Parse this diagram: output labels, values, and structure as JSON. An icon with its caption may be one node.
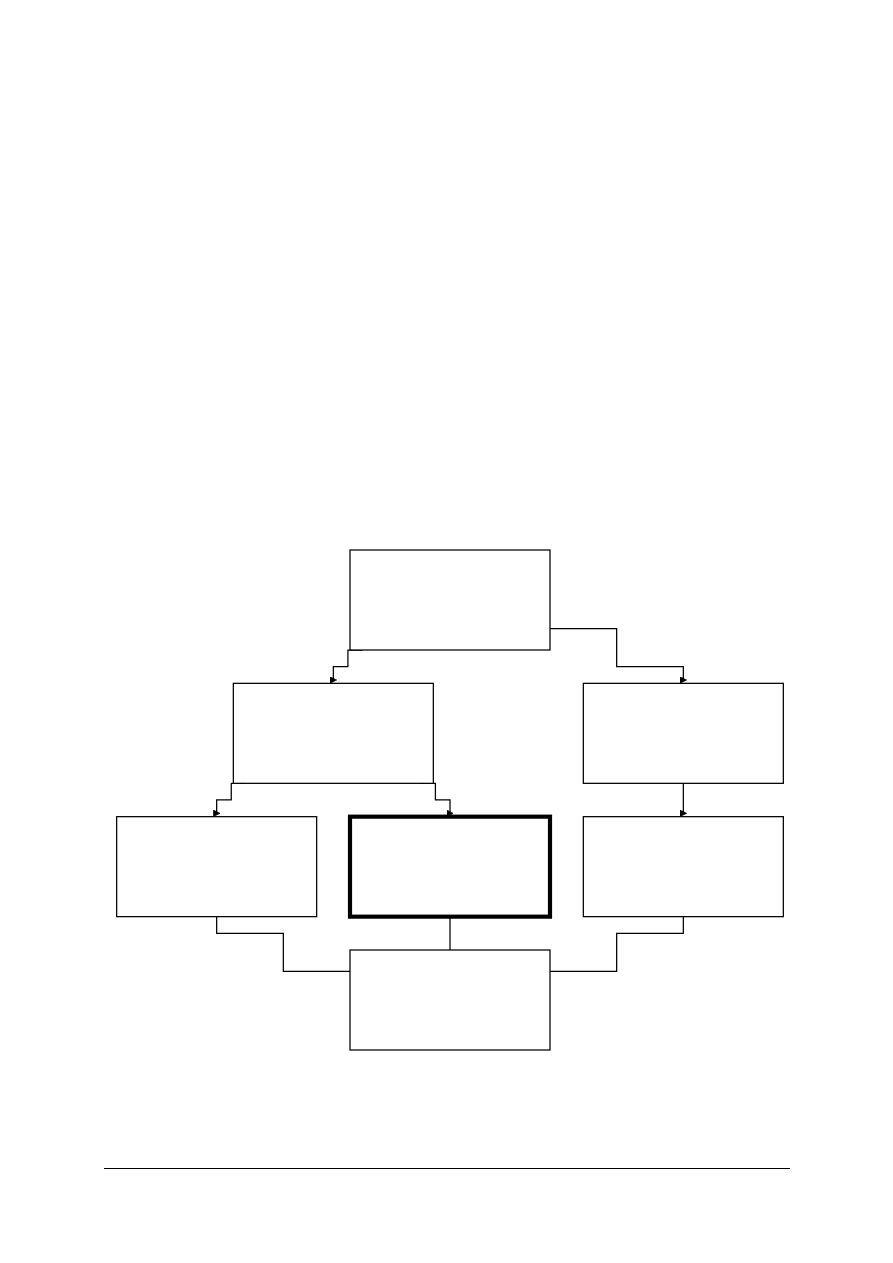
{
  "diagram": {
    "nodes": [
      {
        "text": [],
        "shape": "box"
      },
      {
        "text": [],
        "shape": "box"
      },
      {
        "text": [],
        "shape": "box"
      },
      {
        "text": [],
        "shape": "box"
      },
      {
        "text": [],
        "shape": "box"
      },
      {
        "text": [],
        "shape": "box"
      },
      {
        "text": [],
        "shape": "box"
      }
    ],
    "edges": [
      {
        "from": 0,
        "to": 1,
        "arrow": "to"
      },
      {
        "from": 0,
        "to": 2,
        "arrow": "to"
      },
      {
        "from": 1,
        "to": 3,
        "arrow": "to"
      },
      {
        "from": 1,
        "to": 4,
        "arrow": "to"
      },
      {
        "from": 2,
        "to": 5,
        "arrow": "to"
      },
      {
        "from": 3,
        "to": 6,
        "arrow": "none"
      },
      {
        "from": 4,
        "to": 6,
        "arrow": "none"
      },
      {
        "from": 5,
        "to": 6,
        "arrow": "none"
      }
    ]
  }
}
